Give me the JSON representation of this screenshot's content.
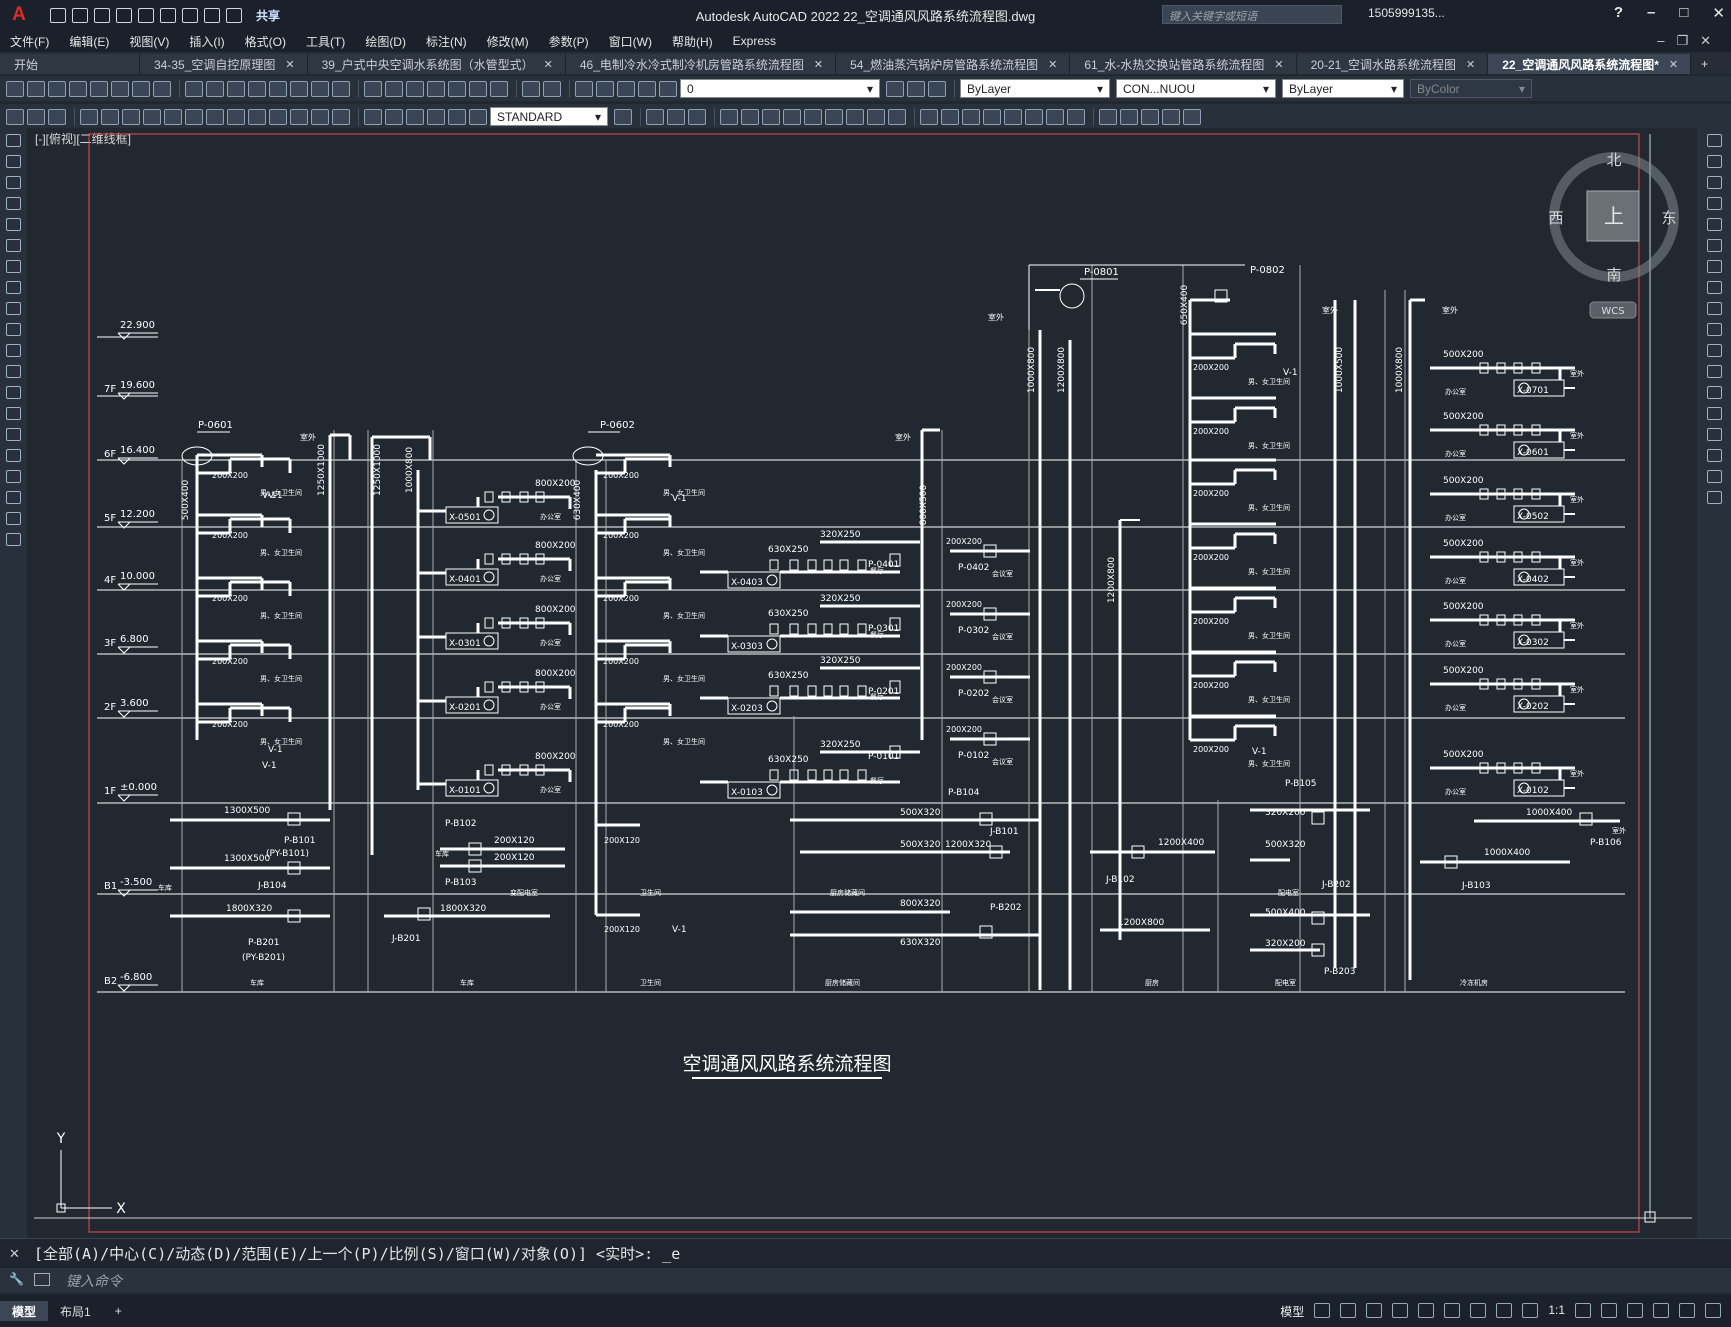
{
  "app": {
    "logo": "A",
    "share": "共享",
    "title": "Autodesk AutoCAD 2022    22_空调通风风路系统流程图.dwg",
    "search_placeholder": "键入关键字或短语",
    "user": "1505999135..."
  },
  "menu": [
    "文件(F)",
    "编辑(E)",
    "视图(V)",
    "插入(I)",
    "格式(O)",
    "工具(T)",
    "绘图(D)",
    "标注(N)",
    "修改(M)",
    "参数(P)",
    "窗口(W)",
    "帮助(H)",
    "Express"
  ],
  "tabs": [
    {
      "label": "开始",
      "active": false,
      "closable": false
    },
    {
      "label": "34-35_空调自控原理图",
      "active": false,
      "closable": true
    },
    {
      "label": "39_户式中央空调水系统图（水管型式）",
      "active": false,
      "closable": true
    },
    {
      "label": "46_电制冷水冷式制冷机房管路系统流程图",
      "active": false,
      "closable": true
    },
    {
      "label": "54_燃油蒸汽锅炉房管路系统流程图",
      "active": false,
      "closable": true
    },
    {
      "label": "61_水-水热交换站管路系统流程图",
      "active": false,
      "closable": true
    },
    {
      "label": "20-21_空调水路系统流程图",
      "active": false,
      "closable": true
    },
    {
      "label": "22_空调通风风路系统流程图*",
      "active": true,
      "closable": true
    }
  ],
  "toolbar": {
    "layer": "0",
    "color": "ByLayer",
    "linetype": "CON...NUOU",
    "lineweight": "ByLayer",
    "plotstyle": "ByColor",
    "textstyle": "STANDARD"
  },
  "viewport_label": "[-][俯视][二维线框]",
  "viewcube": {
    "north": "北",
    "south": "南",
    "east": "东",
    "west": "西",
    "top": "上",
    "wcs": "WCS"
  },
  "drawing": {
    "title": "空调通风风路系统流程图",
    "levels": [
      {
        "name": "",
        "elev": "22.900"
      },
      {
        "name": "7F",
        "elev": "19.600"
      },
      {
        "name": "6F",
        "elev": "16.400"
      },
      {
        "name": "5F",
        "elev": "12.200"
      },
      {
        "name": "4F",
        "elev": "10.000"
      },
      {
        "name": "3F",
        "elev": "6.800"
      },
      {
        "name": "2F",
        "elev": "3.600"
      },
      {
        "name": "1F",
        "elev": "±0.000"
      },
      {
        "name": "B1",
        "elev": "-3.500"
      },
      {
        "name": "B2",
        "elev": "-6.800"
      }
    ],
    "labels": {
      "p0601": "P-0601",
      "p0602": "P-0602",
      "p0801": "P-0801",
      "p0802": "P-0802",
      "x0501": "X-0501",
      "x0401": "X-0401",
      "x0301": "X-0301",
      "x0201": "X-0201",
      "x0101": "X-0101",
      "x0403": "X-0403",
      "x0303": "X-0303",
      "x0203": "X-0203",
      "x0103": "X-0103",
      "p0401": "P-0401",
      "p0301": "P-0301",
      "p0201": "P-0201",
      "p0101": "P-0101",
      "p0402": "P-0402",
      "p0302": "P-0302",
      "p0202": "P-0202",
      "p0102": "P-0102",
      "x0701": "X-0701",
      "x0601": "X-0601",
      "x0502": "X-0502",
      "x0402": "X-0402",
      "x0302": "X-0302",
      "x0202": "X-0202",
      "x0102": "X-0102",
      "pb101": "P-B101",
      "pyb101": "(PY-B101)",
      "jb104": "J-B104",
      "pb201": "P-B201",
      "pyb201": "(PY-B201)",
      "pb102": "P-B102",
      "pb103": "P-B103",
      "jb201": "J-B201",
      "pb104": "P-B104",
      "jb101": "J-B101",
      "pb202": "P-B202",
      "jb102": "J-B102",
      "pb105": "P-B105",
      "jb202": "J-B202",
      "pb203": "P-B203",
      "jb103": "J-B103",
      "pb106": "P-B106",
      "d200": "200X200",
      "d800x200": "800X200",
      "d630x250": "630X250",
      "d320x250": "320X250",
      "d500x200": "500X200",
      "d1300x500": "1300X500",
      "d1800x320": "1800X320",
      "d200x120": "200X120",
      "d500x320": "500X320",
      "d1200x320": "1200X320",
      "d800x320": "800X320",
      "d630x320": "630X320",
      "d1200x400": "1200X400",
      "d1200x800": "1200X800",
      "d320x200": "320X200",
      "d500x400": "500X400",
      "d1000x400": "1000X400",
      "d1250x1000": "1250X1000",
      "d1000x800": "1000X800",
      "d500x400v": "500X400",
      "d630x400": "630X400",
      "d800x500": "800X500",
      "d1000x500": "1000X500",
      "d650x400": "650X400",
      "v1": "V-1",
      "outdoor": "室外",
      "room1": "男、女卫生间",
      "room2": "办公室",
      "room3": "餐厅",
      "room4": "会议室",
      "room5": "车库",
      "room6": "卫生间",
      "room7": "厨房储藏间",
      "room8": "冷冻机房",
      "room9": "配电室",
      "room10": "变配电室",
      "room11": "厨房"
    }
  },
  "command": {
    "history": "[全部(A)/中心(C)/动态(D)/范围(E)/上一个(P)/比例(S)/窗口(W)/对象(O)] <实时>: _e",
    "placeholder": "键入命令"
  },
  "status": {
    "tabs": [
      "模型",
      "布局1"
    ],
    "scale": "1:1",
    "model": "模型"
  }
}
